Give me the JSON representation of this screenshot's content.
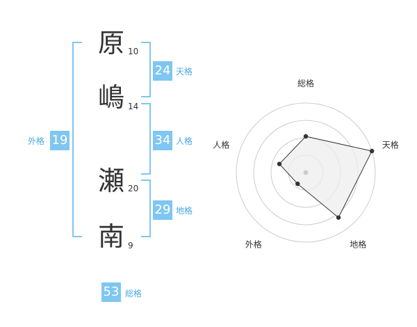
{
  "name_chars": [
    {
      "char": "原",
      "strokes": "10"
    },
    {
      "char": "嶋",
      "strokes": "14"
    },
    {
      "char": "瀬",
      "strokes": "20"
    },
    {
      "char": "南",
      "strokes": "9"
    }
  ],
  "fortunes": {
    "tenkaku": {
      "value": "24",
      "label": "天格"
    },
    "jinkaku": {
      "value": "34",
      "label": "人格"
    },
    "chikaku": {
      "value": "29",
      "label": "地格"
    },
    "gaikaku": {
      "value": "19",
      "label": "外格"
    },
    "soukaku": {
      "value": "53",
      "label": "総格"
    }
  },
  "chart_data": {
    "type": "radar",
    "axes": [
      "総格",
      "天格",
      "地格",
      "外格",
      "人格"
    ],
    "values": [
      0.52,
      1.0,
      0.8,
      0.2,
      0.4
    ],
    "range": [
      0,
      1
    ],
    "rings": 4,
    "colors": {
      "fill": "#eeeeee",
      "line": "#333333",
      "ring": "#cccccc",
      "center": "#cccccc"
    }
  }
}
